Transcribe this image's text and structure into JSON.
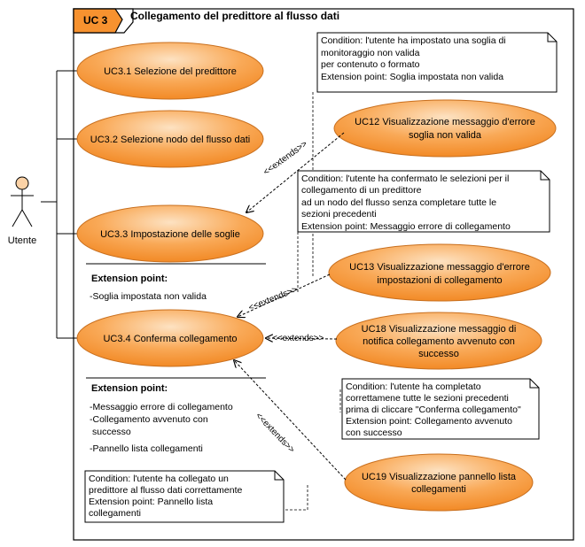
{
  "frame": {
    "tab": "UC 3",
    "title": "Collegamento del predittore al flusso dati"
  },
  "actor": {
    "name": "Utente"
  },
  "use_cases": {
    "uc31": "UC3.1 Selezione del predittore",
    "uc32": "UC3.2 Selezione nodo del flusso dati",
    "uc33": "UC3.3 Impostazione delle soglie",
    "uc34": "UC3.4 Conferma collegamento",
    "uc12": [
      "UC12 Visualizzazione messaggio d'errore",
      "soglia non valida"
    ],
    "uc13": [
      "UC13 Visualizzazione messaggio d'errore",
      "impostazioni di collegamento"
    ],
    "uc18": [
      "UC18 Visualizzazione messaggio di",
      "notifica collegamento avvenuto con",
      "successo"
    ],
    "uc19": [
      "UC19 Visualizzazione pannello lista",
      "collegamenti"
    ]
  },
  "extension_points": {
    "uc33": {
      "heading": "Extension point:",
      "items": [
        "-Soglia impostata non valida"
      ]
    },
    "uc34": {
      "heading": "Extension point:",
      "items": [
        "-Messaggio errore di collegamento",
        "-Collegamento avvenuto con",
        "successo",
        "-Pannello lista collegamenti"
      ]
    }
  },
  "extends_label": "<<extends>>",
  "notes": {
    "n1": [
      "Condition: l'utente ha impostato una soglia di",
      "monitoraggio non valida",
      "per contenuto o formato",
      "Extension point: Soglia impostata non valida"
    ],
    "n2": [
      "Condition: l'utente ha confermato le selezioni per il",
      "collegamento di un predittore",
      "ad un nodo del flusso senza completare tutte le",
      "sezioni precedenti",
      "Extension point: Messaggio errore di collegamento"
    ],
    "n3": [
      "Condition: l'utente ha completato",
      "correttamene tutte le sezioni precedenti",
      "prima di cliccare \"Conferma collegamento\"",
      "Extension point: Collegamento avvenuto",
      "con successo"
    ],
    "n4": [
      "Condition: l'utente ha collegato un",
      "predittore al flusso dati correttamente",
      "Extension point: Pannello lista",
      "collegamenti"
    ]
  },
  "colors": {
    "usecase_fill_light": "#fcd9b0",
    "usecase_fill": "#f7922f",
    "usecase_stroke": "#c86f1e",
    "actor_head": "#fbd2a6"
  }
}
